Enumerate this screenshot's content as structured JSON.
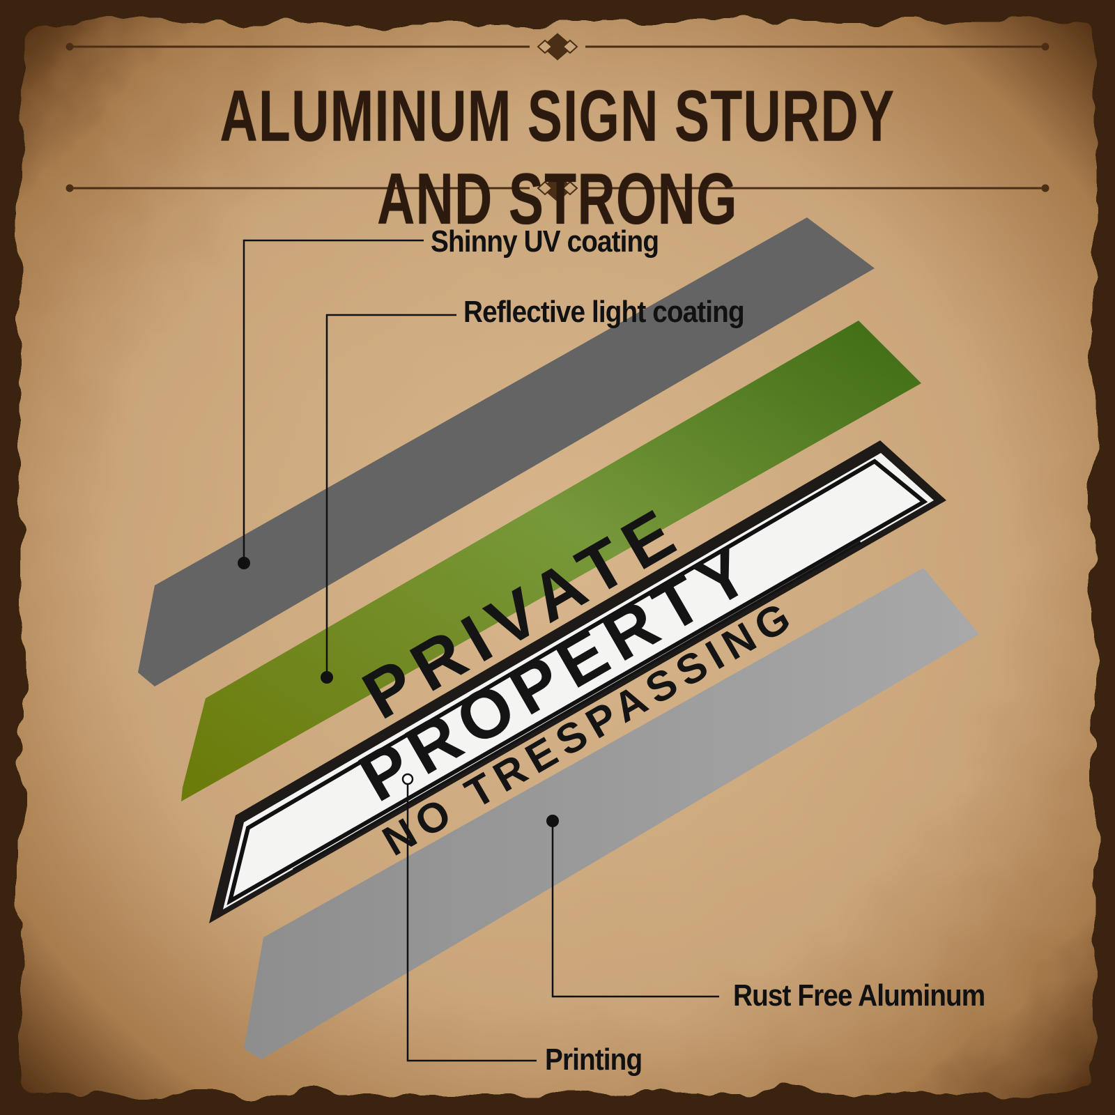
{
  "heading": "ALUMINUM SIGN STURDY AND STRONG",
  "sign": {
    "line1": "PRIVATE",
    "line2": "PROPERTY",
    "line3": "NO TRESPASSING"
  },
  "callouts": {
    "uv": "Shinny UV coating",
    "reflective": "Reflective light coating",
    "printing": "Printing",
    "aluminum": "Rust Free Aluminum"
  },
  "colors": {
    "uv_layer": "#646464",
    "reflective_top": "#3d6b14",
    "reflective_mid": "#77983a",
    "reflective_bottom": "#6b7a08",
    "aluminum_layer": "#9a9a9a",
    "parchment": "#caa57a",
    "rust": "#3a2410"
  }
}
